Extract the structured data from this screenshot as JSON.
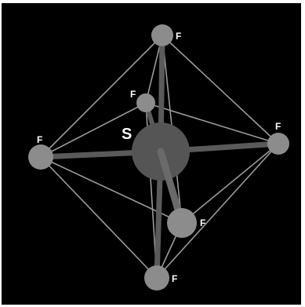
{
  "colors": {
    "background": "#000000",
    "frame": "#ffffff",
    "edge_line": "#9a9a9a",
    "bond": "#5a5a5a",
    "central_atom": "#555555",
    "outer_atom": "#8c8c8c",
    "label": "#ffffff"
  },
  "atoms": {
    "central": {
      "symbol": "S"
    },
    "top": {
      "symbol": "F"
    },
    "back": {
      "symbol": "F"
    },
    "left": {
      "symbol": "F"
    },
    "right": {
      "symbol": "F"
    },
    "front": {
      "symbol": "F"
    },
    "bottom": {
      "symbol": "F"
    }
  }
}
